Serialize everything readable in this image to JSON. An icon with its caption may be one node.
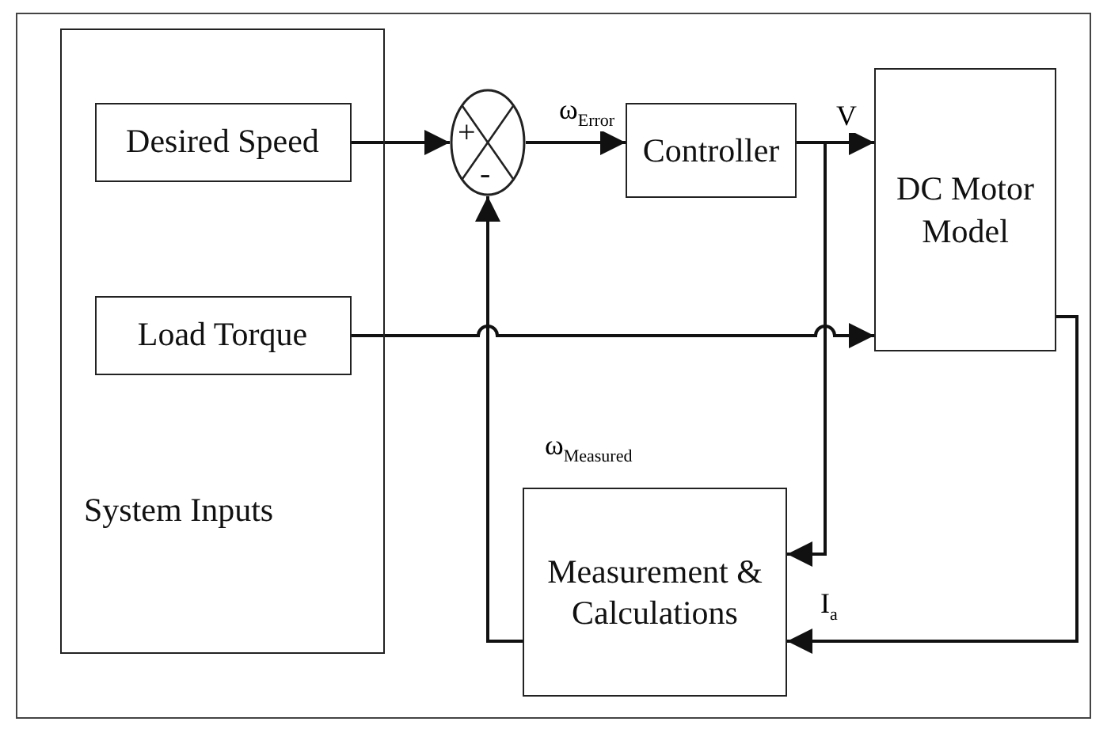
{
  "diagram": {
    "nodes": [
      {
        "text": [
          "System Inputs"
        ]
      },
      {
        "text": [
          "Desired Speed"
        ],
        "in": 0
      },
      {
        "text": [
          "Load Torque"
        ],
        "in": 0
      },
      {
        "text": [
          "+",
          "-"
        ]
      },
      {
        "text": [
          "Controller"
        ]
      },
      {
        "text": [
          "DC Motor Model"
        ]
      },
      {
        "text": [
          "Measurement & Calculations"
        ]
      }
    ],
    "edges": [
      {
        "from": 1,
        "to": 3,
        "arrow": "to"
      },
      {
        "from": 3,
        "to": 4,
        "arrow": "to",
        "label": "ω$_{Error}$"
      },
      {
        "from": 4,
        "to": 5,
        "arrow": "to",
        "label": "V"
      },
      {
        "from": 4,
        "to": 6,
        "arrow": "to"
      },
      {
        "from": 2,
        "to": 5,
        "arrow": "to"
      },
      {
        "from": 5,
        "to": 6,
        "arrow": "to",
        "label": "I$_{a}$"
      },
      {
        "from": 6,
        "to": 3,
        "arrow": "to",
        "label": "ω$_{Measured}$"
      }
    ]
  }
}
